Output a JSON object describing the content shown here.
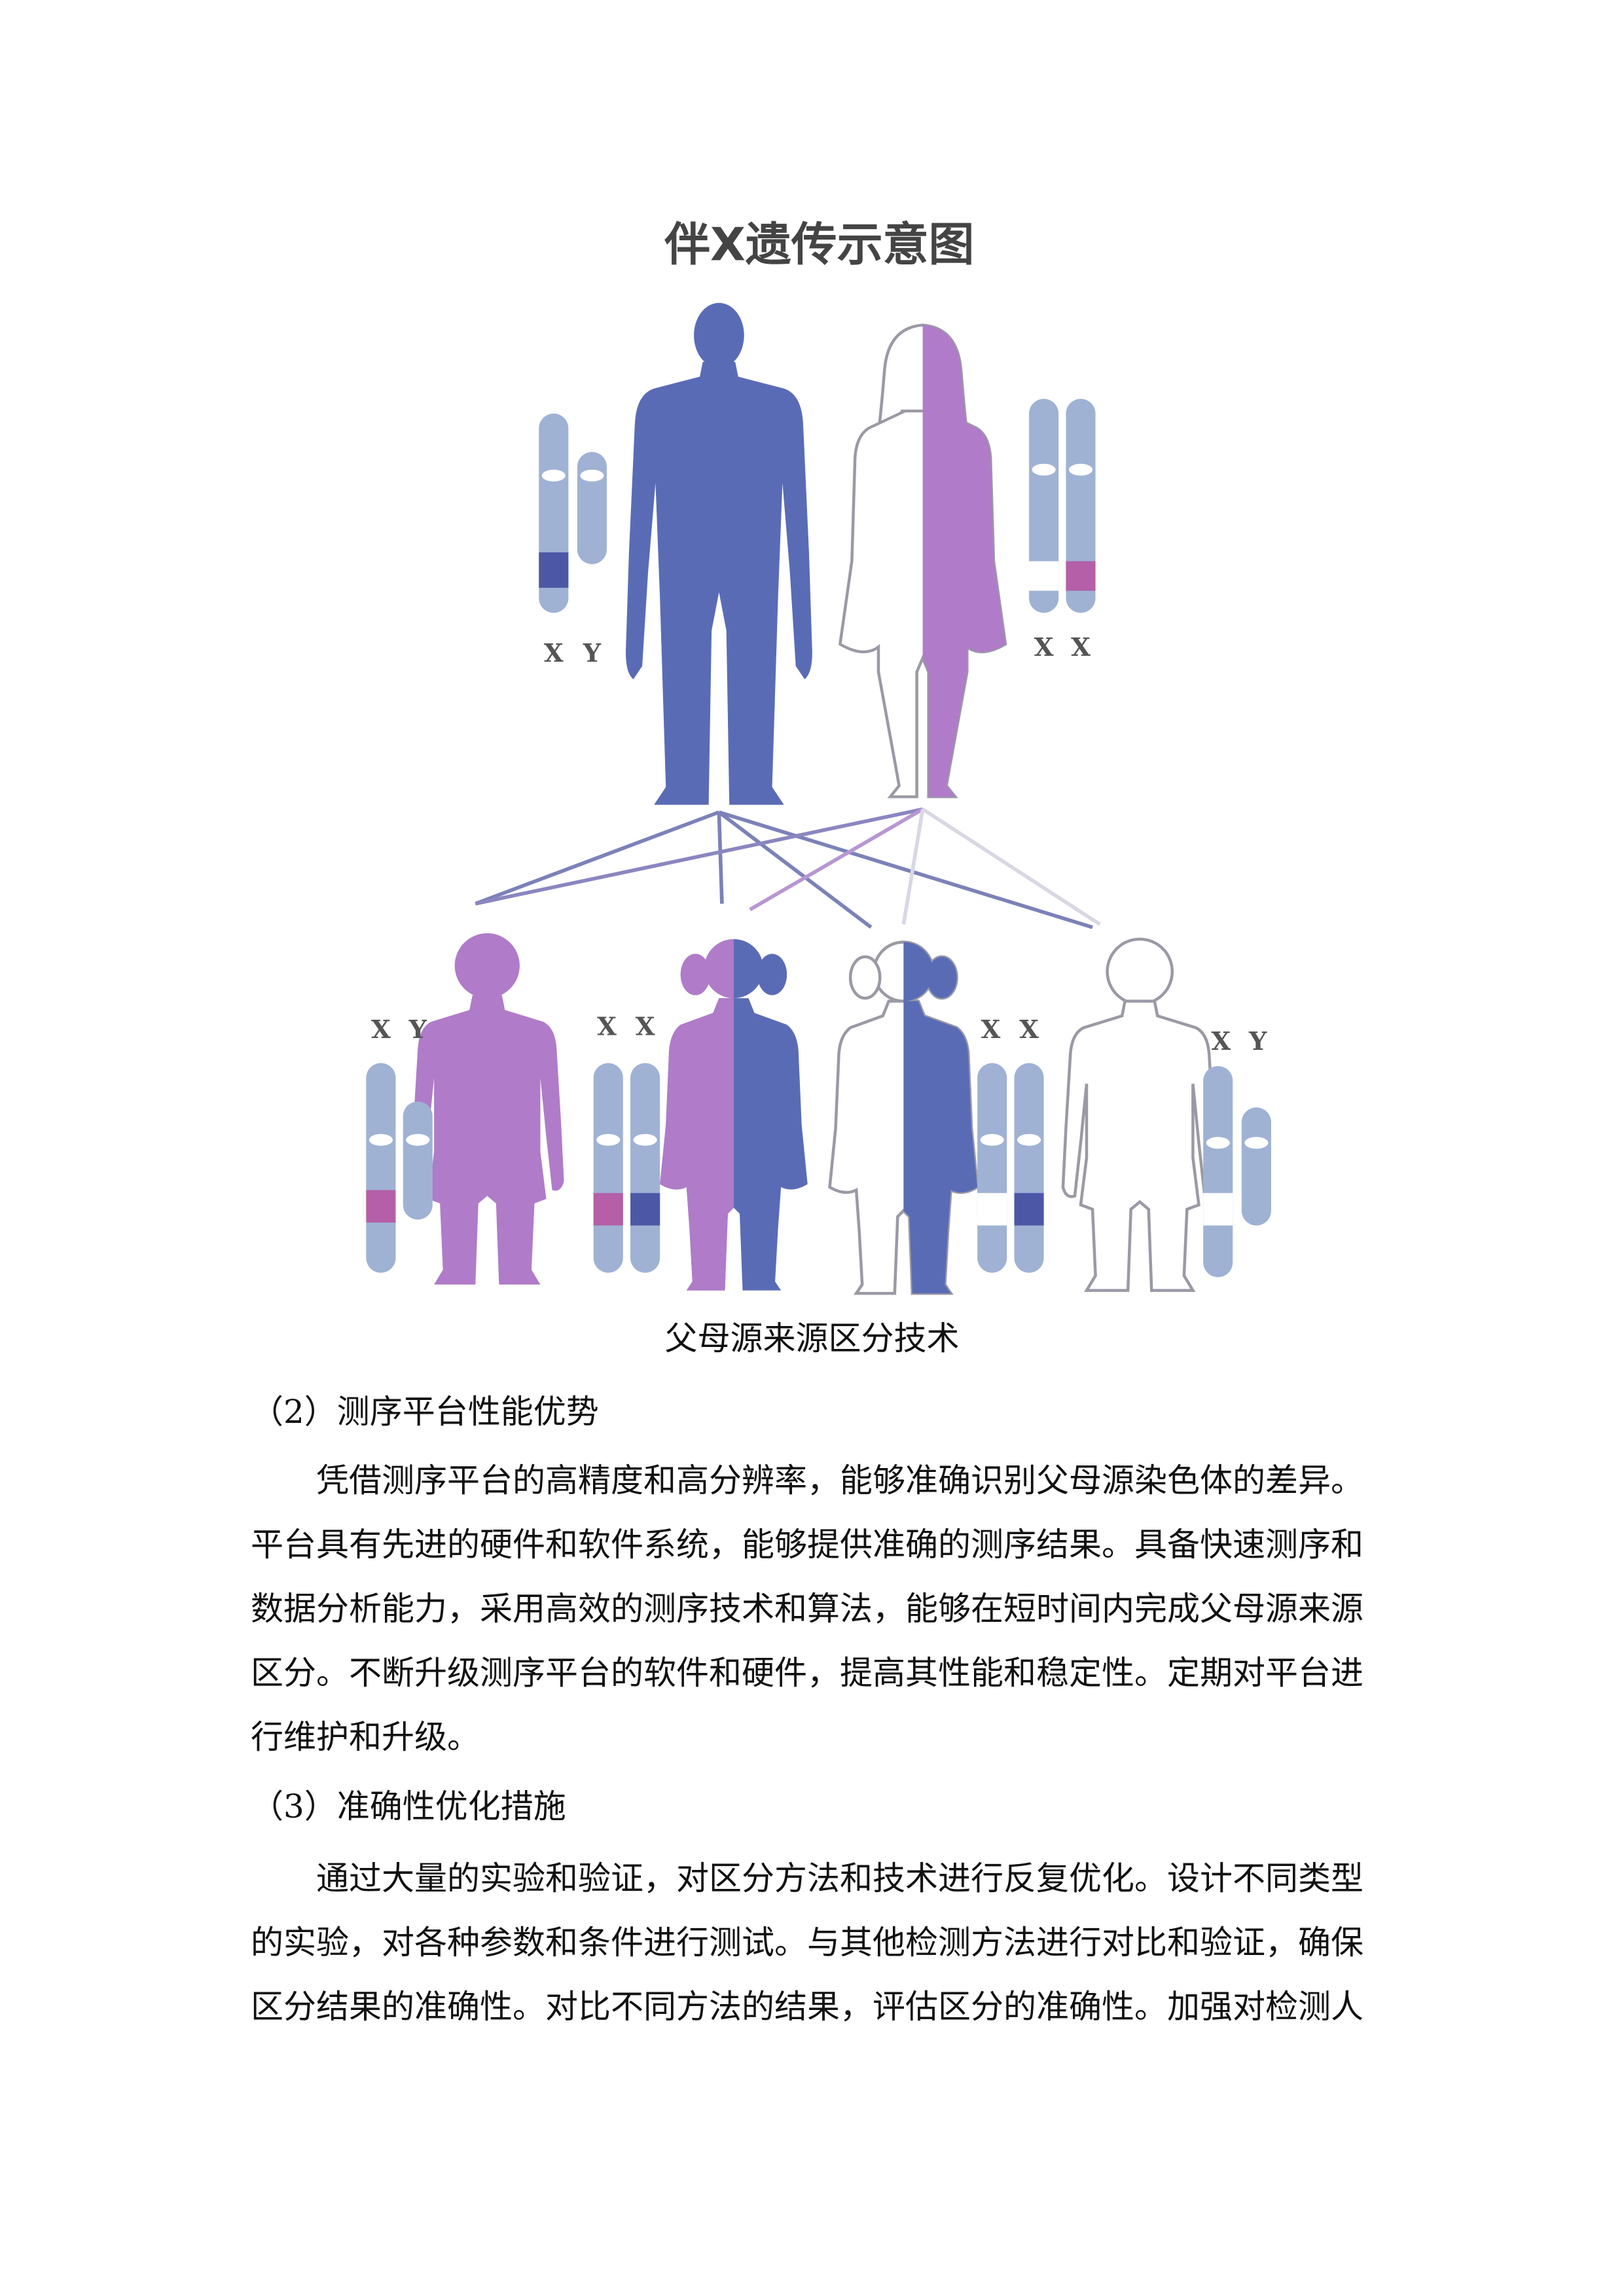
{
  "figure": {
    "title": "伴X遗传示意图",
    "colors": {
      "male_blue": "#5a6bb6",
      "female_purple": "#b07bc8",
      "chromosome": "#9fb2d4",
      "band_blue": "#4c58a6",
      "band_pink": "#b45fa8",
      "outline": "#9a9aa6"
    },
    "parents": {
      "father": {
        "chromosome_labels": [
          "X",
          "Y"
        ]
      },
      "mother": {
        "chromosome_labels": [
          "X",
          "X"
        ]
      }
    },
    "children": [
      {
        "chromosome_labels": [
          "X",
          "Y"
        ]
      },
      {
        "chromosome_labels": [
          "X",
          "X"
        ]
      },
      {
        "chromosome_labels": [
          "X",
          "X"
        ]
      },
      {
        "chromosome_labels": [
          "X",
          "Y"
        ]
      }
    ],
    "caption": "父母源来源区分技术"
  },
  "sections": [
    {
      "heading": "（2）测序平台性能优势",
      "lines": [
        "凭借测序平台的高精度和高分辨率，能够准确识别父母源染色体的差异。",
        "平台具有先进的硬件和软件系统，能够提供准确的测序结果。具备快速测序和",
        "数据分析能力，采用高效的测序技术和算法，能够在短时间内完成父母源来源",
        "区分。不断升级测序平台的软件和硬件，提高其性能和稳定性。定期对平台进",
        "行维护和升级。"
      ]
    },
    {
      "heading": "（3）准确性优化措施",
      "lines": [
        "通过大量的实验和验证，对区分方法和技术进行反复优化。设计不同类型",
        "的实验，对各种参数和条件进行测试。与其他检测方法进行对比和验证，确保",
        "区分结果的准确性。对比不同方法的结果，评估区分的准确性。加强对检测人"
      ]
    }
  ]
}
